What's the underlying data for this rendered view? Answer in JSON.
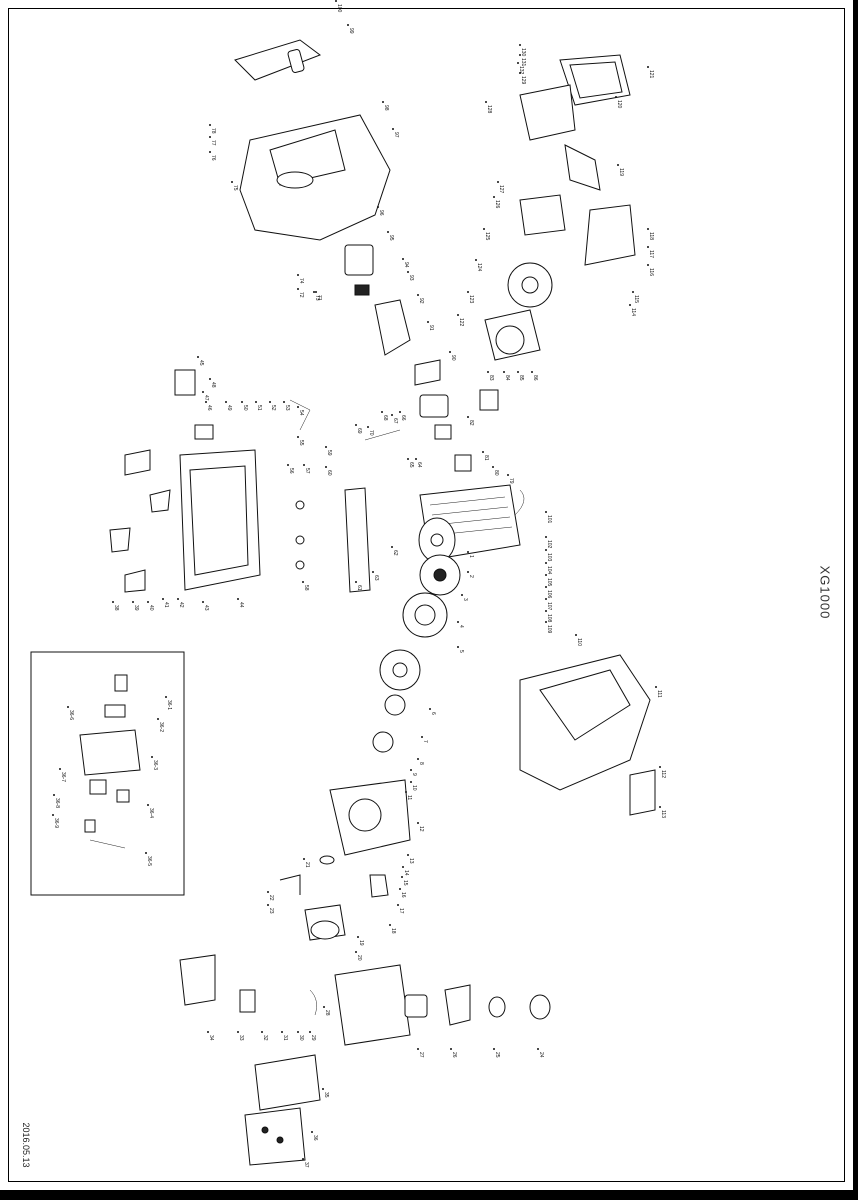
{
  "model": "XG1000",
  "date": "2016.05.13",
  "callouts": {
    "top_right": [
      "120",
      "121",
      "130",
      "131",
      "132",
      "129",
      "128",
      "127",
      "126",
      "125",
      "124",
      "123",
      "122",
      "119",
      "118",
      "117",
      "116",
      "115",
      "114"
    ],
    "top_left": [
      "100",
      "99",
      "98",
      "97",
      "96",
      "95",
      "94",
      "93",
      "92",
      "91",
      "90",
      "78",
      "77",
      "76",
      "75",
      "74",
      "73",
      "72",
      "71"
    ],
    "middle": [
      "86",
      "85",
      "84",
      "83",
      "82",
      "81",
      "80",
      "79",
      "70",
      "69",
      "68",
      "67",
      "66",
      "65",
      "64",
      "63",
      "62",
      "61",
      "60",
      "59",
      "58",
      "57",
      "56",
      "55",
      "54",
      "53",
      "52",
      "51",
      "50",
      "49",
      "48",
      "47",
      "46",
      "45",
      "44",
      "43",
      "42",
      "41",
      "40",
      "39",
      "38"
    ],
    "engine": [
      "101",
      "102",
      "103",
      "104",
      "105",
      "106",
      "107",
      "108",
      "109",
      "110",
      "111",
      "112",
      "113"
    ],
    "lower": [
      "1",
      "2",
      "3",
      "4",
      "5",
      "6",
      "7",
      "8",
      "9",
      "10",
      "11",
      "12",
      "13",
      "14",
      "15",
      "16",
      "17",
      "18",
      "19",
      "20",
      "21",
      "22",
      "23"
    ],
    "bottom": [
      "24",
      "25",
      "26",
      "27",
      "28",
      "29",
      "30",
      "31",
      "32",
      "33",
      "34",
      "35",
      "36",
      "37"
    ],
    "inset": [
      "36-1",
      "36-2",
      "36-3",
      "36-4",
      "36-5",
      "36-6",
      "36-7",
      "36-8",
      "36-9"
    ]
  }
}
